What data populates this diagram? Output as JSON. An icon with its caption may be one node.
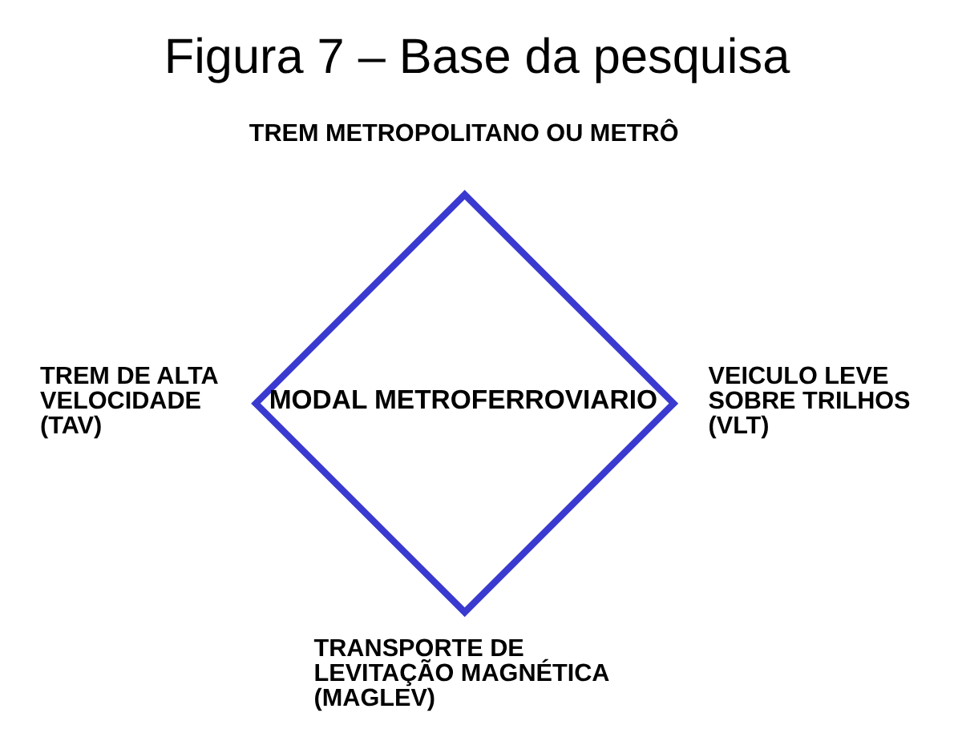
{
  "diagram": {
    "title": "Figura 7 – Base da pesquisa",
    "nodes": [
      {
        "text": [
          "MODAL METROFERROVIARIO"
        ],
        "beside": [
          "TREM METROPOLITANO OU METRÔ",
          "TREM DE ALTA VELOCIDADE (TAV)",
          "VEICULO LEVE SOBRE TRILHOS (VLT)",
          "TRANSPORTE DE LEVITAÇÃO MAGNÉTICA (MAGLEV)"
        ]
      }
    ],
    "edges": []
  }
}
